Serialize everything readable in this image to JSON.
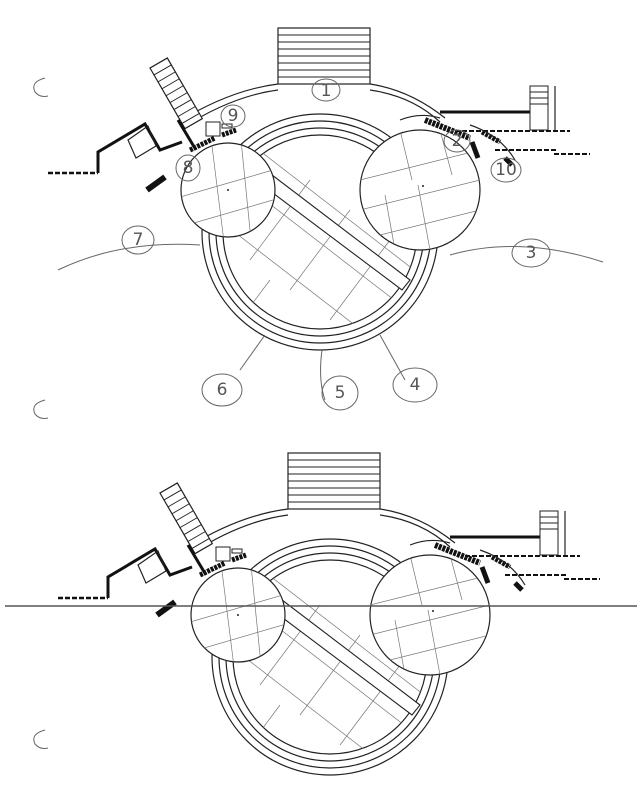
{
  "drawing": {
    "title": "Site plan sketches (two variants)",
    "labels": [
      "1",
      "9",
      "8",
      "2",
      "10",
      "7",
      "3",
      "6",
      "5",
      "4"
    ],
    "ink_color": "#222222",
    "paper_color": "#ffffff"
  }
}
